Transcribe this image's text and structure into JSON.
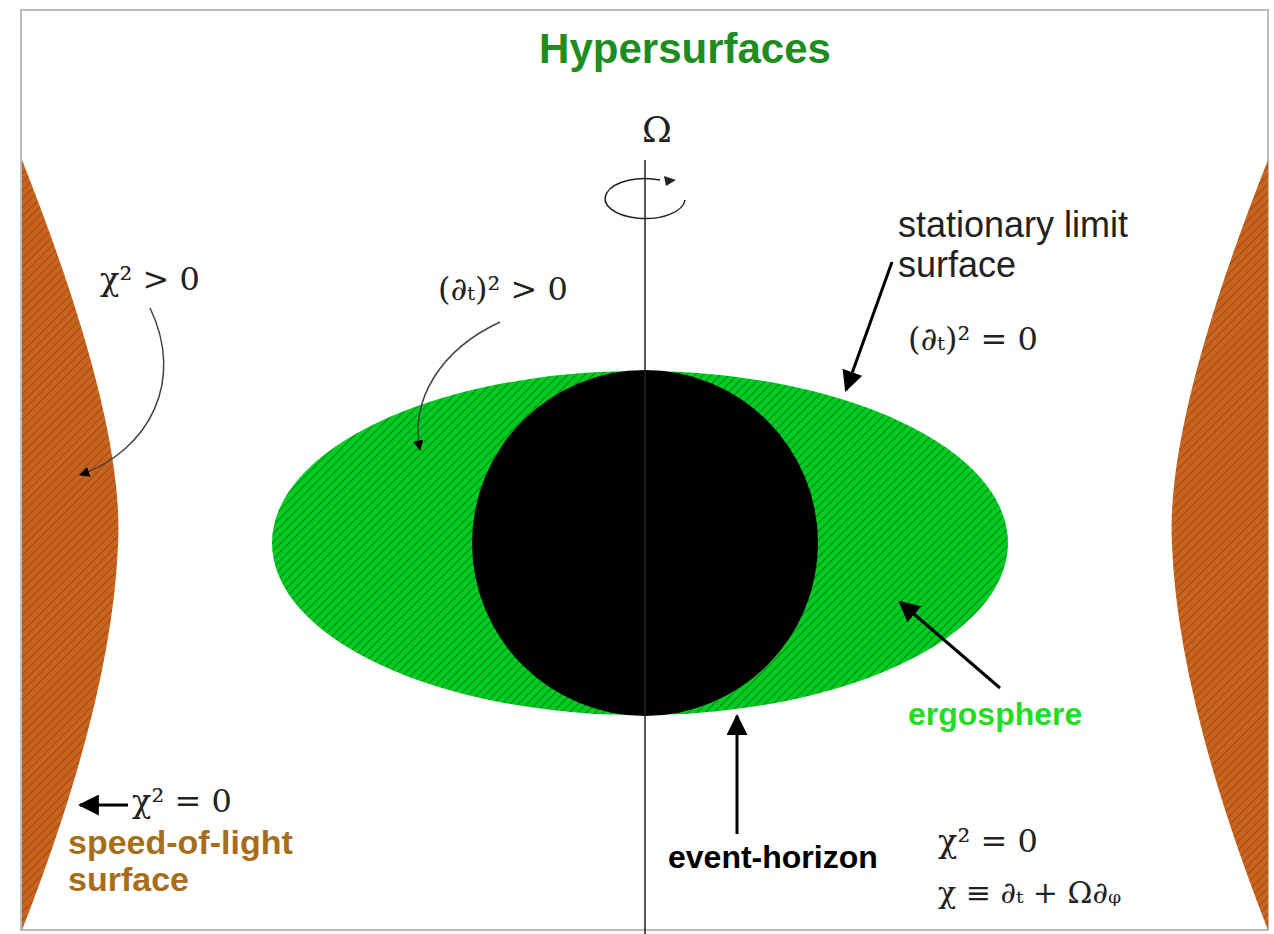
{
  "diagram": {
    "title": "Hypersurfaces",
    "labels": [
      "Ω",
      "stationary limit surface",
      "(∂ₜ)² = 0",
      "χ² > 0",
      "(∂ₜ)² > 0",
      "ergosphere",
      "χ² = 0",
      "speed-of-light surface",
      "event-horizon",
      "χ² = 0",
      "χ ≡ ∂ₜ + Ω∂ᵩ"
    ]
  }
}
